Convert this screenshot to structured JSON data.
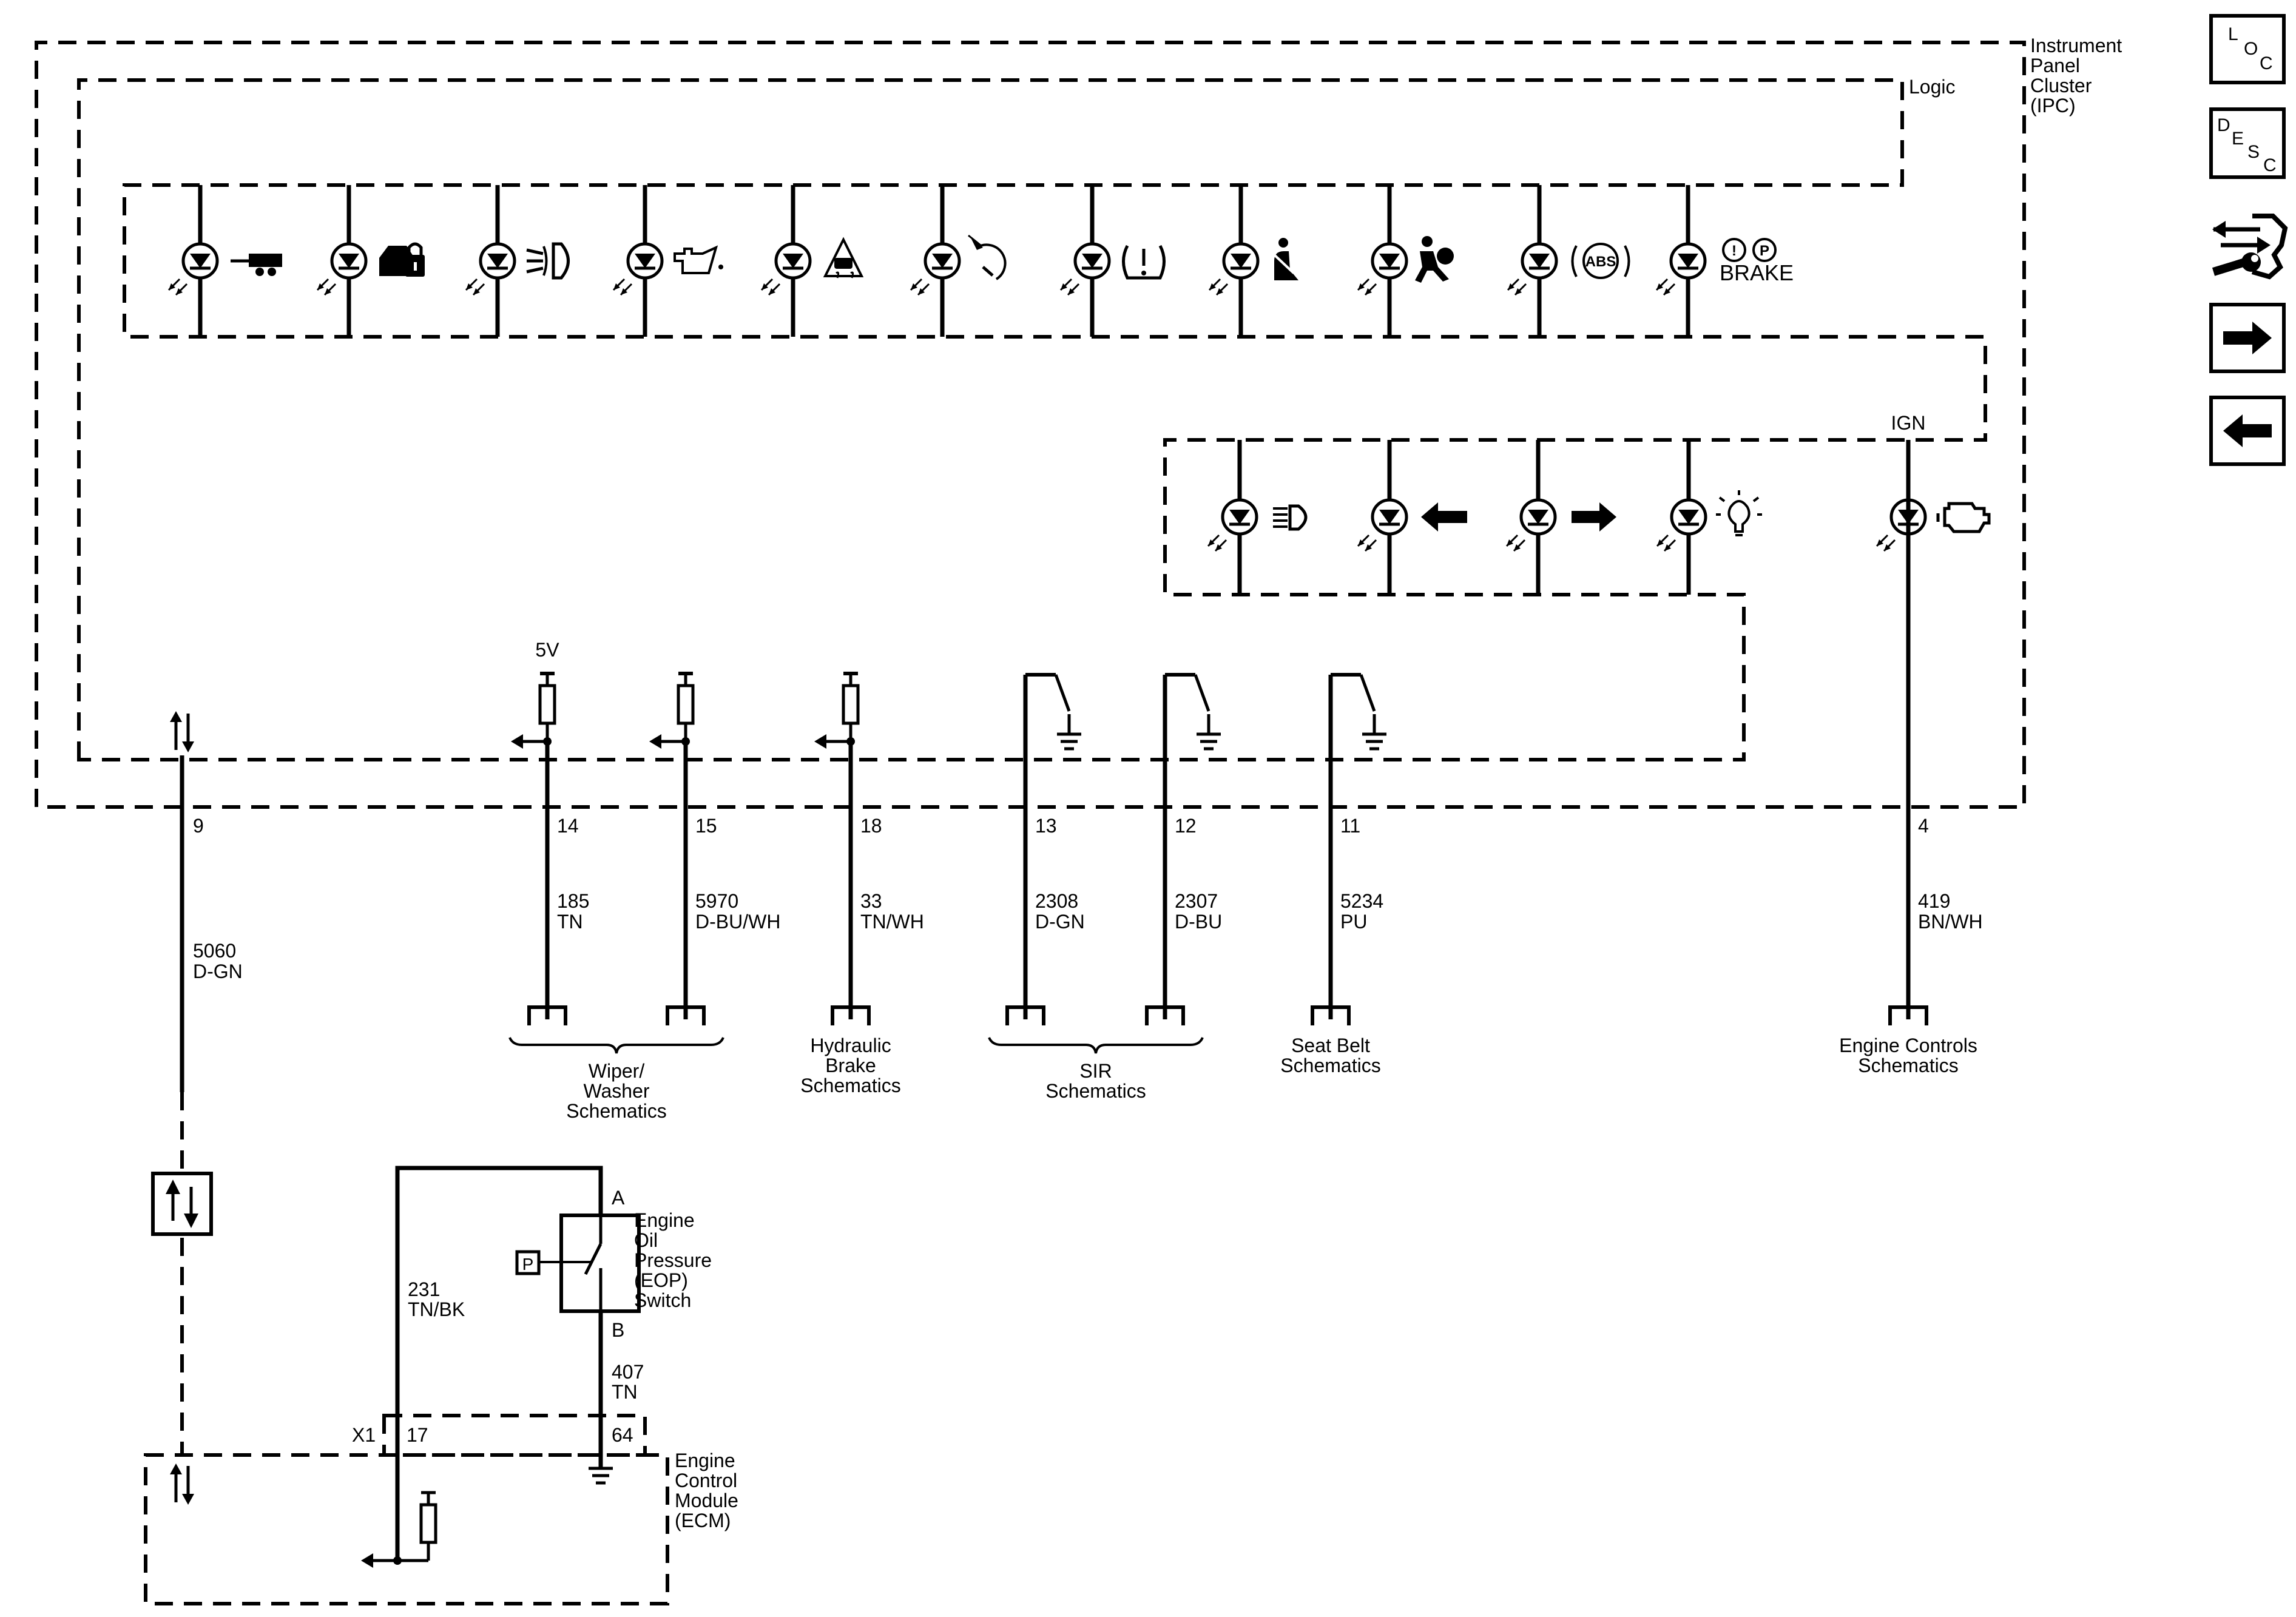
{
  "ipc": {
    "name_lines": [
      "Instrument",
      "Panel",
      "Cluster",
      "(IPC)"
    ],
    "logic_label": "Logic",
    "ign_label": "IGN",
    "supply_label": "5V"
  },
  "indicators_row1": [
    {
      "icon": "trailer-icon"
    },
    {
      "icon": "security-lock-icon"
    },
    {
      "icon": "fog-lamp-icon"
    },
    {
      "icon": "oil-pressure-icon"
    },
    {
      "icon": "traction-control-icon"
    },
    {
      "icon": "cruise-control-icon"
    },
    {
      "icon": "tire-pressure-icon"
    },
    {
      "icon": "seat-belt-icon"
    },
    {
      "icon": "airbag-icon"
    },
    {
      "icon": "abs-icon",
      "text": "ABS"
    },
    {
      "icon": "brake-icon",
      "text": "BRAKE",
      "mark1": "!",
      "mark2": "P"
    }
  ],
  "indicators_row2": [
    {
      "icon": "high-beam-icon"
    },
    {
      "icon": "left-turn-icon"
    },
    {
      "icon": "right-turn-icon"
    },
    {
      "icon": "lamp-icon"
    },
    {
      "icon": "check-engine-icon"
    }
  ],
  "circuits": [
    {
      "pin": "9",
      "circuit": "5060",
      "color": "D-GN"
    },
    {
      "pin": "14",
      "circuit": "185",
      "color": "TN"
    },
    {
      "pin": "15",
      "circuit": "5970",
      "color": "D-BU/WH"
    },
    {
      "pin": "18",
      "circuit": "33",
      "color": "TN/WH"
    },
    {
      "pin": "13",
      "circuit": "2308",
      "color": "D-GN"
    },
    {
      "pin": "12",
      "circuit": "2307",
      "color": "D-BU"
    },
    {
      "pin": "11",
      "circuit": "5234",
      "color": "PU"
    },
    {
      "pin": "4",
      "circuit": "419",
      "color": "BN/WH"
    }
  ],
  "references": [
    {
      "lines": [
        "Wiper/",
        "Washer",
        "Schematics"
      ]
    },
    {
      "lines": [
        "Hydraulic",
        "Brake",
        "Schematics"
      ]
    },
    {
      "lines": [
        "SIR",
        "Schematics"
      ]
    },
    {
      "lines": [
        "Seat Belt",
        "Schematics"
      ]
    },
    {
      "lines": [
        "Engine Controls",
        "Schematics"
      ]
    }
  ],
  "eop_switch": {
    "name_lines": [
      "Engine",
      "Oil",
      "Pressure",
      "(EOP)",
      "Switch"
    ],
    "terminal_a": "A",
    "terminal_b": "B",
    "pressure_label": "P"
  },
  "ecm_wires": [
    {
      "circuit": "231",
      "color": "TN/BK"
    },
    {
      "circuit": "407",
      "color": "TN"
    }
  ],
  "ecm": {
    "name_lines": [
      "Engine",
      "Control",
      "Module",
      "(ECM)"
    ],
    "connector": "X1",
    "pin_a": "17",
    "pin_b": "64"
  },
  "nav": {
    "loc_letters": [
      "L",
      "O",
      "C"
    ],
    "desc_letters": [
      "D",
      "E",
      "S",
      "C"
    ],
    "buttons": [
      {
        "name": "location-button",
        "icon": "loc-icon"
      },
      {
        "name": "description-button",
        "icon": "desc-icon"
      },
      {
        "name": "connector-end-view-button",
        "icon": "connector-wrench-icon"
      },
      {
        "name": "next-page-button",
        "icon": "arrow-right-icon"
      },
      {
        "name": "previous-page-button",
        "icon": "arrow-left-icon"
      }
    ]
  }
}
